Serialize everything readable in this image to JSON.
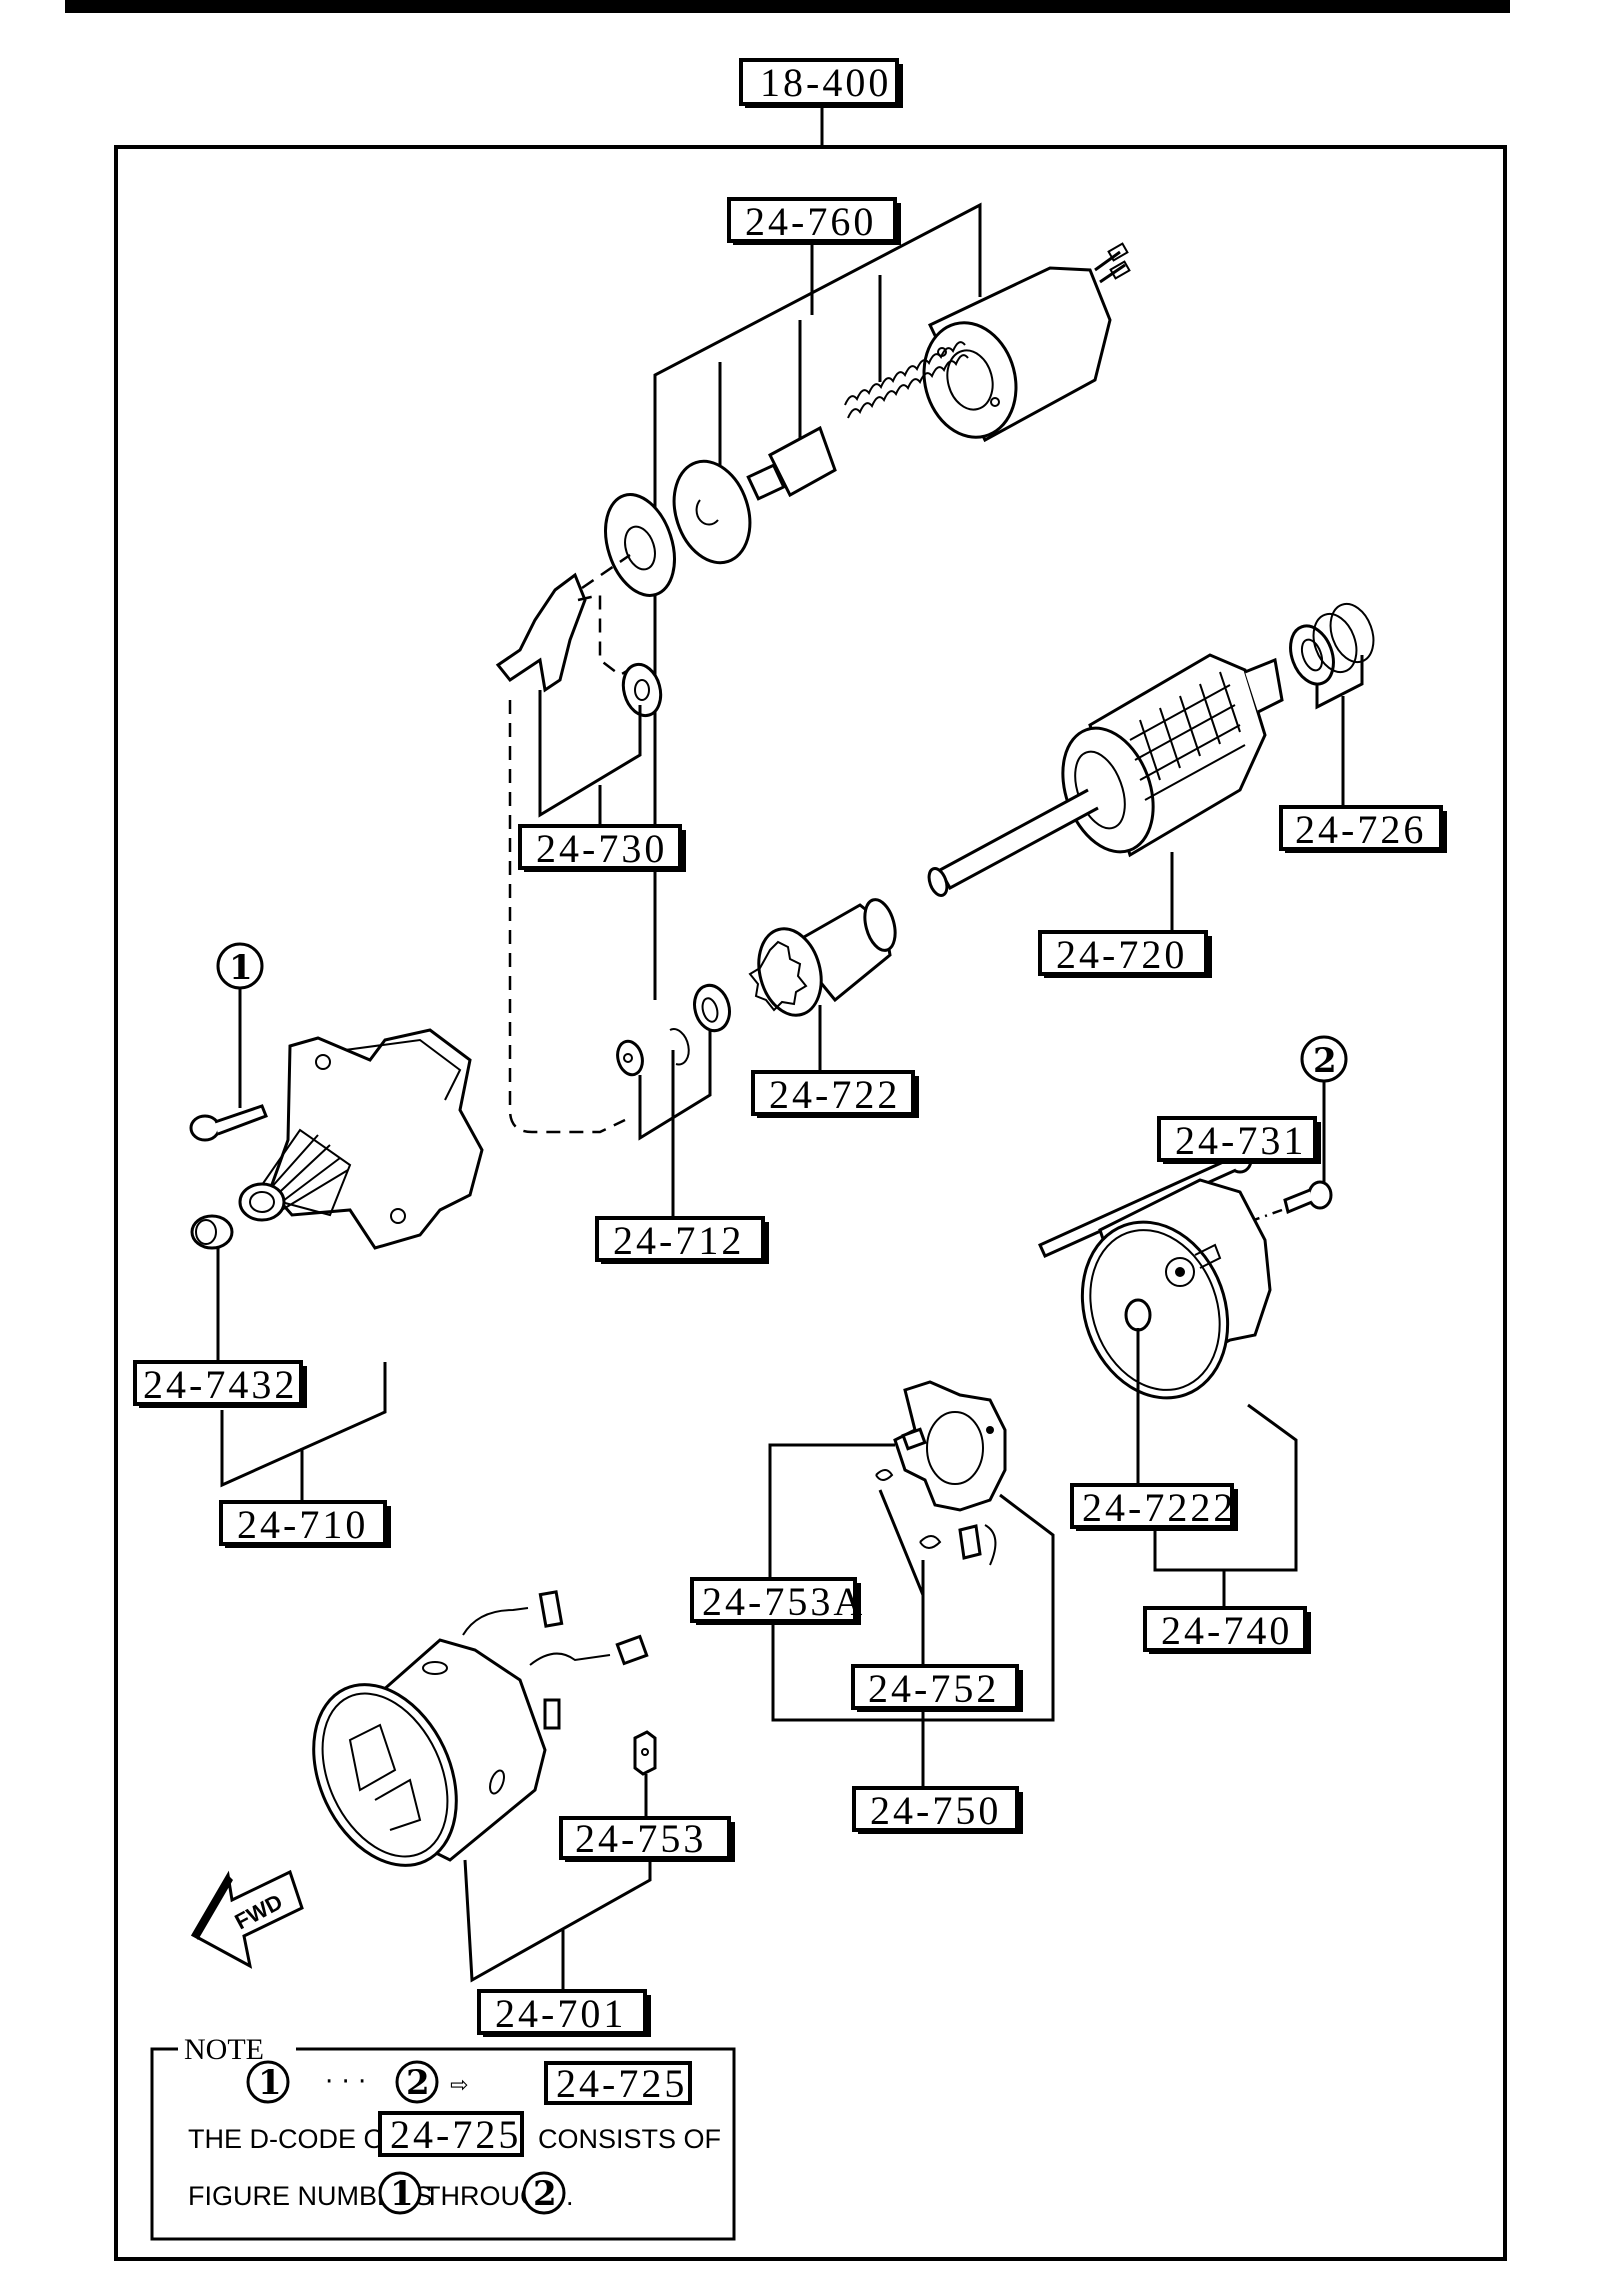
{
  "diagram": {
    "title": "Starter motor exploded parts diagram",
    "parent_code": "18-400",
    "labels": {
      "solenoid": "24-760",
      "lever": "24-730",
      "bearing_rear": "24-726",
      "armature": "24-720",
      "drive_pinion": "24-722",
      "stop_ring_set": "24-712",
      "through_bolt": "24-731",
      "front_bushing": "24-7432",
      "front_housing": "24-710",
      "rear_bushing": "24-7222",
      "rear_cover": "24-740",
      "brush_set_a": "24-753A",
      "brush_spring": "24-752",
      "brush_holder": "24-750",
      "brush": "24-753",
      "yoke": "24-701"
    },
    "callouts": {
      "one": "1",
      "two": "2"
    },
    "direction_arrow": "FWD",
    "note": {
      "title": "NOTE",
      "line1_dots": "· · ·",
      "line1_arrow": "⇨",
      "line1_code": "24-725",
      "line2_prefix": "THE D-CODE OF",
      "line2_code": "24-725",
      "line2_suffix": "CONSISTS OF",
      "line3_prefix": "FIGURE NUMBERS",
      "line3_middle": "THROUGH",
      "line3_suffix": "."
    }
  }
}
